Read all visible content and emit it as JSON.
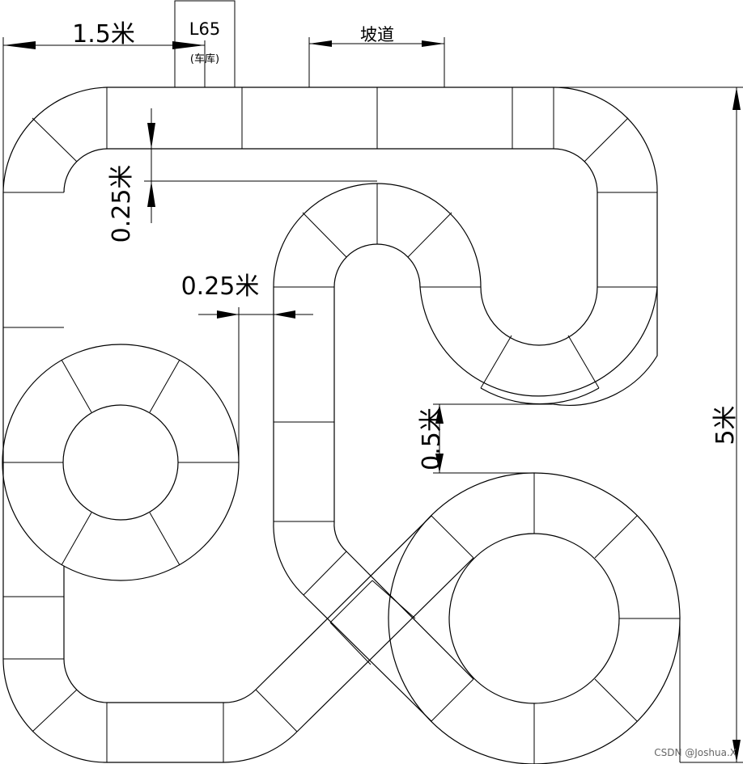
{
  "dimensions": {
    "top_width": "1.5米",
    "ramp": "坡道",
    "gap_upper": "0.25米",
    "gap_middle": "0.25米",
    "gap_right": "0.5米",
    "total_height": "5米"
  },
  "garage": {
    "code": "L65",
    "label": "(车库)"
  },
  "watermark": "CSDN @Joshua.X"
}
